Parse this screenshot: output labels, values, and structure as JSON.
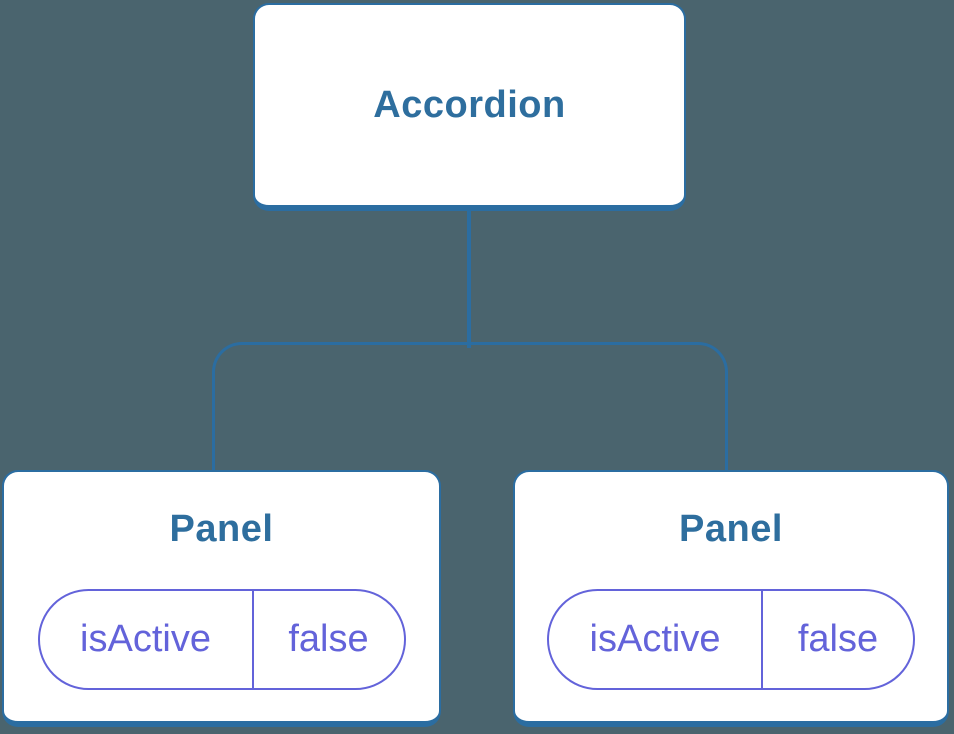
{
  "colors": {
    "background": "#4a646e",
    "line_blue": "#2b6da1",
    "node_title_blue": "#2e6e9e",
    "prop_purple": "#6363da",
    "node_fill": "#ffffff"
  },
  "tree": {
    "root": {
      "label": "Accordion"
    },
    "children": [
      {
        "label": "Panel",
        "props": [
          {
            "name": "isActive",
            "value": "false"
          }
        ]
      },
      {
        "label": "Panel",
        "props": [
          {
            "name": "isActive",
            "value": "false"
          }
        ]
      }
    ]
  }
}
